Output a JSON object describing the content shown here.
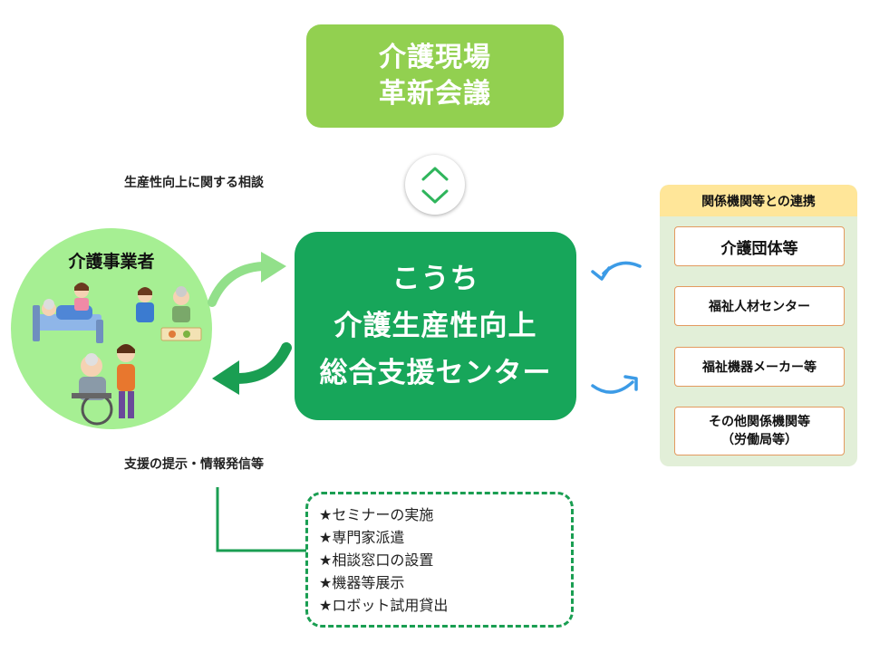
{
  "council": {
    "line1": "介護現場",
    "line2": "革新会議"
  },
  "captions": {
    "consult": "生産性向上に関する相談",
    "support": "支援の提示・情報発信等"
  },
  "providers": {
    "title": "介護事業者"
  },
  "center": {
    "line1": "こうち",
    "line2": "介護生産性向上",
    "line3": "総合支援センター"
  },
  "partners": {
    "header": "関係機関等との連携",
    "items": [
      {
        "line1": "介護団体等",
        "line2": ""
      },
      {
        "line1": "福祉人材センター",
        "line2": ""
      },
      {
        "line1": "福祉機器メーカー等",
        "line2": ""
      },
      {
        "line1": "その他関係機関等",
        "line2": "（労働局等）"
      }
    ]
  },
  "services": [
    "★セミナーの実施",
    "★専門家派遣",
    "★相談窓口の設置",
    "★機器等展示",
    "★ロボット試用貸出"
  ],
  "colors": {
    "council_green": "#92d050",
    "center_green": "#17a65a",
    "provider_circle": "#a6ef93",
    "arrow_light_green": "#92e08a",
    "arrow_dark_green": "#1a9e52",
    "arrow_blue": "#3c9be6",
    "partner_header": "#ffe699",
    "partner_panel": "#e2efd8",
    "partner_border": "#e39a5f"
  }
}
